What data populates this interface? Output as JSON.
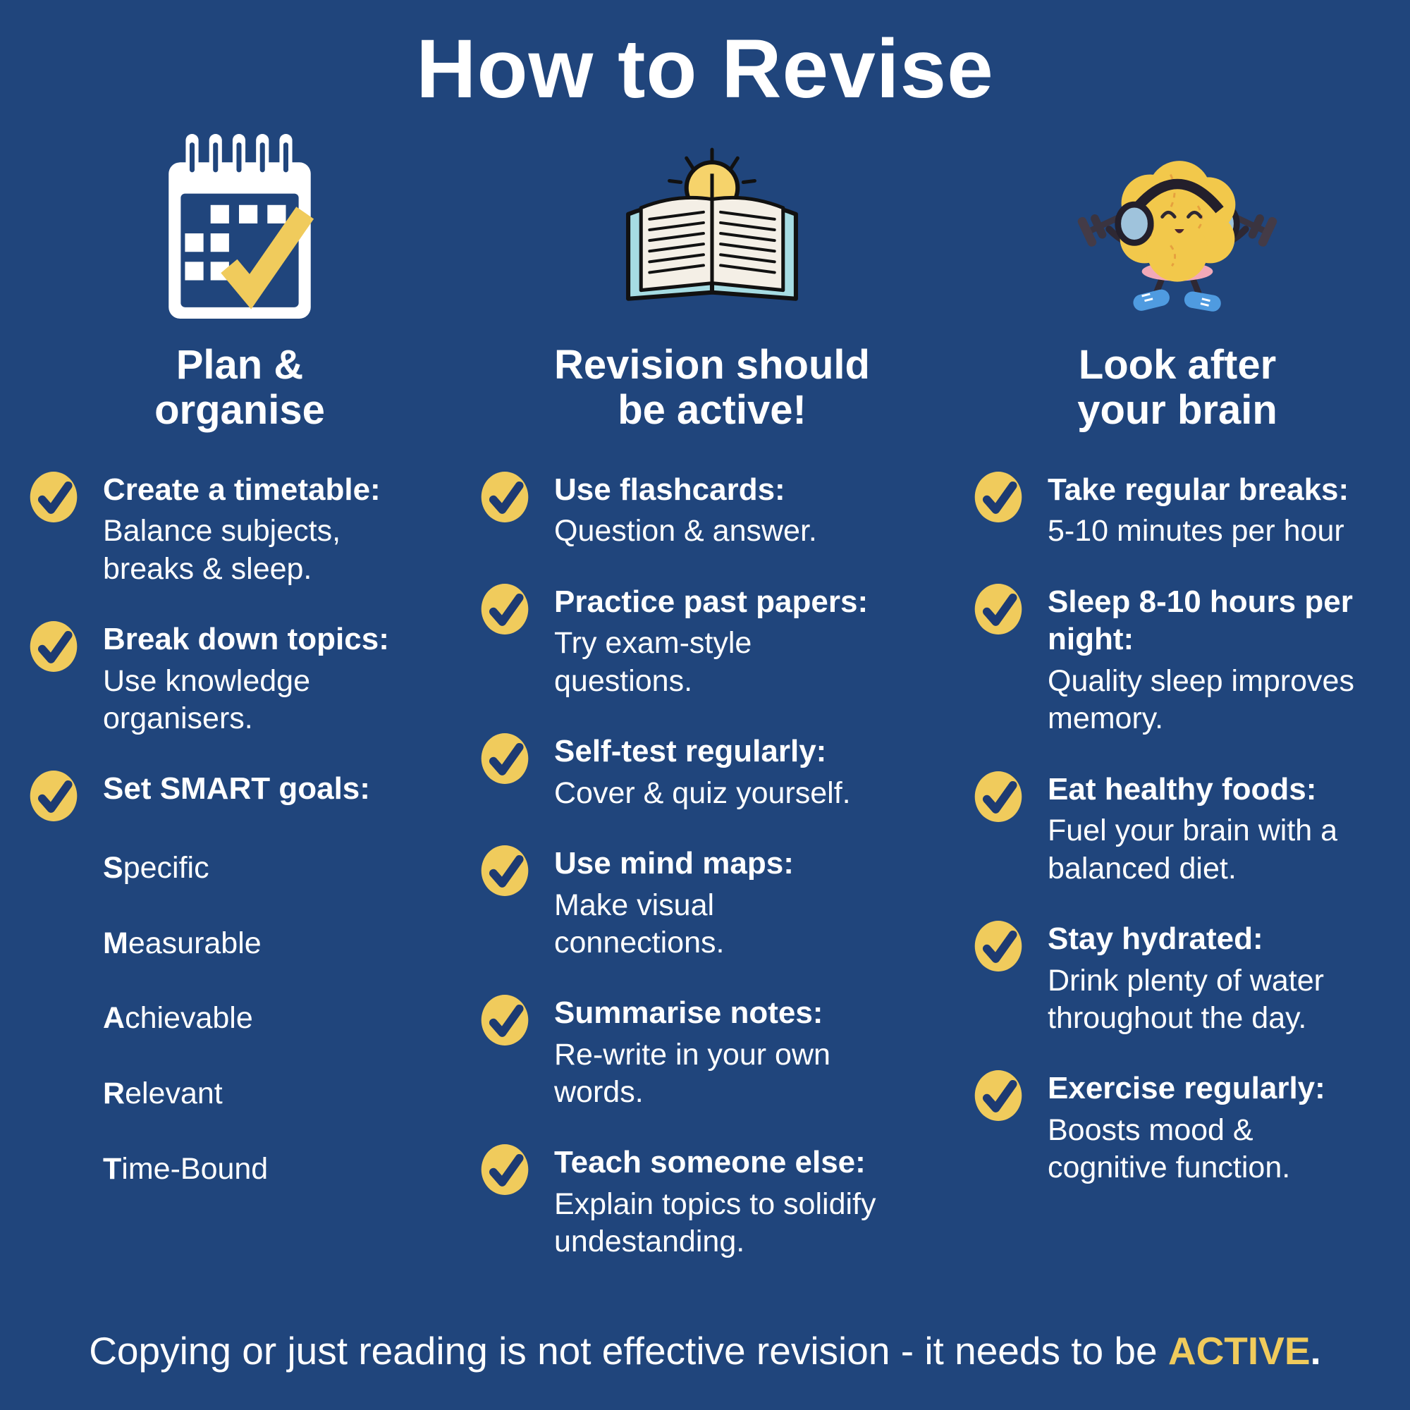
{
  "title": "How to Revise",
  "colors": {
    "background": "#20457C",
    "accent_yellow": "#F0CB5C",
    "check_mark_navy": "#1D3A72",
    "text": "#FFFFFF"
  },
  "columns": [
    {
      "icon": "calendar-check-icon",
      "heading": "Plan &\norganise",
      "items": [
        {
          "title": "Create a timetable:",
          "body": "Balance subjects,\nbreaks & sleep."
        },
        {
          "title": "Break down topics:",
          "body": "Use knowledge\norganisers."
        },
        {
          "title": "Set SMART goals:",
          "acronym": [
            {
              "b": "S",
              "r": "pecific"
            },
            {
              "b": "M",
              "r": "easurable"
            },
            {
              "b": "A",
              "r": "chievable"
            },
            {
              "b": "R",
              "r": "elevant"
            },
            {
              "b": "T",
              "r": "ime-Bound"
            }
          ]
        }
      ]
    },
    {
      "icon": "open-book-lightbulb-icon",
      "heading": "Revision should\nbe active!",
      "items": [
        {
          "title": "Use flashcards:",
          "body": "Question & answer."
        },
        {
          "title": "Practice past papers:",
          "body": "Try exam-style\nquestions."
        },
        {
          "title": "Self-test regularly:",
          "body": "Cover & quiz yourself."
        },
        {
          "title": "Use mind maps:",
          "body": "Make visual\nconnections."
        },
        {
          "title": "Summarise notes:",
          "body": "Re-write in your own\nwords."
        },
        {
          "title": "Teach someone else:",
          "body": "Explain topics to solidify\nundestanding."
        }
      ]
    },
    {
      "icon": "brain-exercise-icon",
      "heading": "Look after\nyour brain",
      "items": [
        {
          "title": "Take regular breaks:",
          "body": "5-10 minutes per hour"
        },
        {
          "title": "Sleep 8-10 hours per\nnight:",
          "body": "Quality sleep improves\nmemory."
        },
        {
          "title": "Eat healthy foods:",
          "body": "Fuel your brain with a\nbalanced diet."
        },
        {
          "title": "Stay hydrated:",
          "body": "Drink plenty of water\nthroughout the day."
        },
        {
          "title": "Exercise regularly:",
          "body": "Boosts mood &\ncognitive function."
        }
      ]
    }
  ],
  "footer": {
    "prefix": "Copying or just reading is not effective revision - it needs to be ",
    "highlight": "ACTIVE",
    "suffix": "."
  }
}
